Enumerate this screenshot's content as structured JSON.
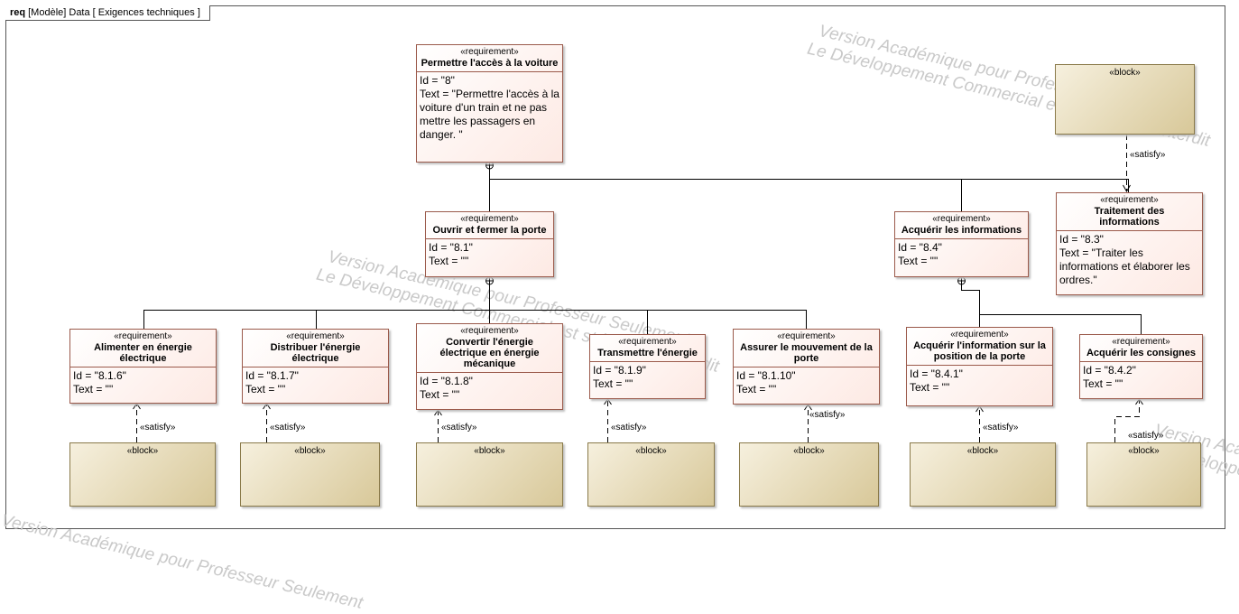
{
  "frame": {
    "kind": "req",
    "label": "[Modèle] Data [ Exigences techniques ]"
  },
  "watermark": {
    "line1": "Version Académique pour Professeur Seulement",
    "line2": "Le Développement Commercial est strictement interdit"
  },
  "stereotypes": {
    "requirement": "«requirement»",
    "block": "«block»",
    "satisfy": "«satisfy»"
  },
  "requirements": {
    "r8": {
      "name": "Permettre l'accès à la voiture",
      "id": "Id = \"8\"",
      "text": "Text = \"Permettre l'accès à la voiture d'un train et ne pas mettre les passagers en danger. \""
    },
    "r8_1": {
      "name": "Ouvrir et fermer la porte",
      "id": "Id = \"8.1\"",
      "text": "Text = \"\""
    },
    "r8_4": {
      "name": "Acquérir les informations",
      "id": "Id = \"8.4\"",
      "text": "Text = \"\""
    },
    "r8_3": {
      "name": "Traitement des informations",
      "id": "Id = \"8.3\"",
      "text": "Text = \"Traiter les informations et élaborer les ordres.\""
    },
    "r8_1_6": {
      "name": "Alimenter en énergie électrique",
      "id": "Id = \"8.1.6\"",
      "text": "Text = \"\""
    },
    "r8_1_7": {
      "name": "Distribuer l'énergie électrique",
      "id": "Id = \"8.1.7\"",
      "text": "Text = \"\""
    },
    "r8_1_8": {
      "name": "Convertir l'énergie électrique en énergie mécanique",
      "id": "Id = \"8.1.8\"",
      "text": "Text = \"\""
    },
    "r8_1_9": {
      "name": "Transmettre l'énergie",
      "id": "Id = \"8.1.9\"",
      "text": "Text = \"\""
    },
    "r8_1_10": {
      "name": "Assurer le mouvement de la porte",
      "id": "Id = \"8.1.10\"",
      "text": "Text = \"\""
    },
    "r8_4_1": {
      "name": "Acquérir l'information sur la position de la porte",
      "id": "Id = \"8.4.1\"",
      "text": "Text = \"\""
    },
    "r8_4_2": {
      "name": "Acquérir les consignes",
      "id": "Id = \"8.4.2\"",
      "text": "Text = \"\""
    }
  },
  "colors": {
    "requirement_border": "#9b5a4b",
    "block_border": "#8a7a4a",
    "frame": "#555555"
  }
}
